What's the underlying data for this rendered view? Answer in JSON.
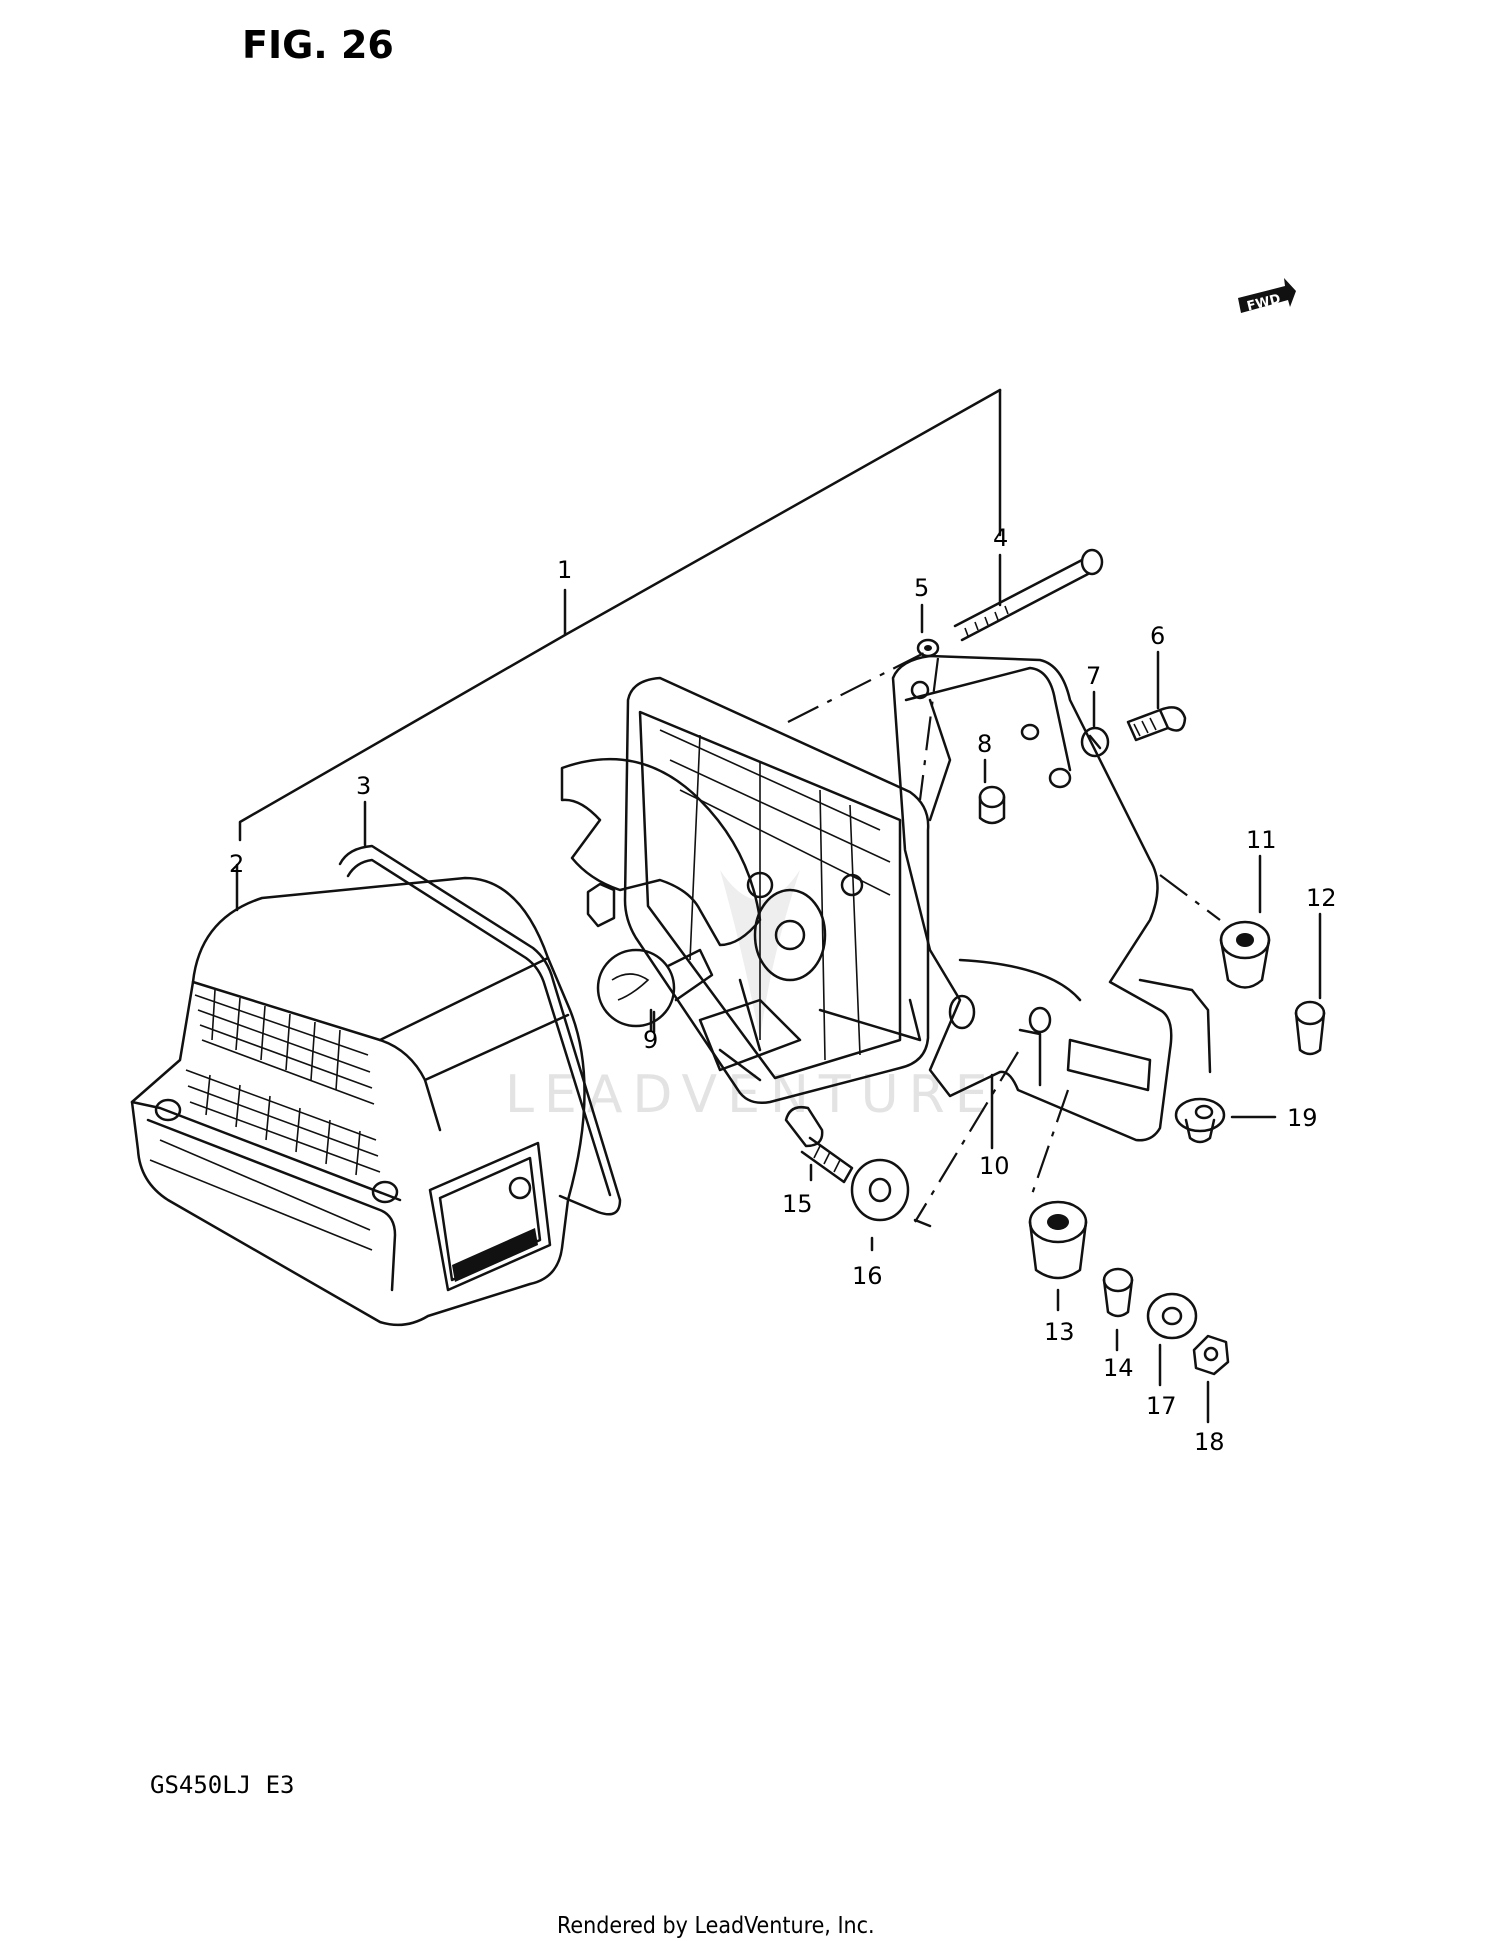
{
  "figure": {
    "title": "FIG. 26",
    "model_code": "GS450LJ  E3",
    "fwd_badge": "FWD",
    "watermark": "LEADVENTURE",
    "footer": "Rendered by LeadVenture, Inc."
  },
  "callouts": [
    {
      "id": "1",
      "label": "1"
    },
    {
      "id": "2",
      "label": "2"
    },
    {
      "id": "3",
      "label": "3"
    },
    {
      "id": "4",
      "label": "4"
    },
    {
      "id": "5",
      "label": "5"
    },
    {
      "id": "6",
      "label": "6"
    },
    {
      "id": "7",
      "label": "7"
    },
    {
      "id": "8",
      "label": "8"
    },
    {
      "id": "9",
      "label": "9"
    },
    {
      "id": "10",
      "label": "10"
    },
    {
      "id": "11",
      "label": "11"
    },
    {
      "id": "12",
      "label": "12"
    },
    {
      "id": "13",
      "label": "13"
    },
    {
      "id": "14",
      "label": "14"
    },
    {
      "id": "15",
      "label": "15"
    },
    {
      "id": "16",
      "label": "16"
    },
    {
      "id": "17",
      "label": "17"
    },
    {
      "id": "18",
      "label": "18"
    },
    {
      "id": "19",
      "label": "19"
    }
  ]
}
